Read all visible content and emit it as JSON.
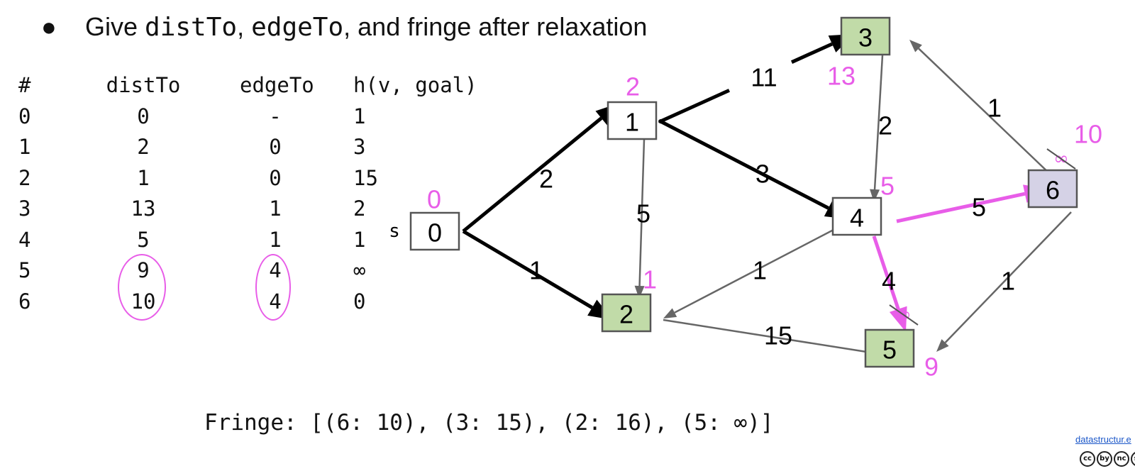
{
  "bullet": {
    "symbol": "●",
    "prefix": "Give ",
    "code1": "distTo",
    "sep": ", ",
    "code2": "edgeTo",
    "suffix": ", and fringe after relaxation"
  },
  "table": {
    "headers": [
      "#",
      "distTo",
      "edgeTo",
      "h(v, goal)"
    ],
    "rows": [
      [
        "0",
        "0",
        "-",
        "1"
      ],
      [
        "1",
        "2",
        "0",
        "3"
      ],
      [
        "2",
        "1",
        "0",
        "15"
      ],
      [
        "3",
        "13",
        "1",
        "2"
      ],
      [
        "4",
        "5",
        "1",
        "1"
      ],
      [
        "5",
        "9",
        "4",
        "∞"
      ],
      [
        "6",
        "10",
        "4",
        "0"
      ]
    ],
    "circled": {
      "distTo_rows": [
        5,
        6
      ],
      "edgeTo_rows": [
        5,
        6
      ]
    }
  },
  "fringe": "Fringe: [(6: 10), (3: 15), (2: 16), (5: ∞)]",
  "source_label": "s",
  "colors": {
    "highlight": "#e85de8",
    "visited_fill": "#c1dba8",
    "current_fill": "#d5d2e6",
    "node_fill": "#ffffff",
    "edge_bold": "#000000",
    "edge_thin": "#666666"
  },
  "graph": {
    "nodes": [
      {
        "id": "0",
        "dist": "0",
        "state": "unvisited"
      },
      {
        "id": "1",
        "dist": "2",
        "state": "unvisited"
      },
      {
        "id": "2",
        "dist": "1",
        "state": "visited"
      },
      {
        "id": "3",
        "dist": "13",
        "state": "visited"
      },
      {
        "id": "4",
        "dist": "5",
        "state": "unvisited"
      },
      {
        "id": "5",
        "dist": "9",
        "old_dist": "∞",
        "state": "visited"
      },
      {
        "id": "6",
        "dist": "10",
        "old_dist": "∞",
        "state": "current"
      }
    ],
    "edges": [
      {
        "from": "0",
        "to": "1",
        "weight": "2",
        "style": "bold"
      },
      {
        "from": "0",
        "to": "2",
        "weight": "1",
        "style": "bold"
      },
      {
        "from": "1",
        "to": "3",
        "weight": "11",
        "style": "bold"
      },
      {
        "from": "1",
        "to": "4",
        "weight": "3",
        "style": "bold"
      },
      {
        "from": "1",
        "to": "2",
        "weight": "5",
        "style": "thin"
      },
      {
        "from": "3",
        "to": "4",
        "weight": "2",
        "style": "thin"
      },
      {
        "from": "4",
        "to": "6",
        "weight": "5",
        "style": "highlight"
      },
      {
        "from": "4",
        "to": "5",
        "weight": "4",
        "style": "highlight"
      },
      {
        "from": "4",
        "to": "2",
        "weight": "1",
        "style": "thin"
      },
      {
        "from": "2",
        "to": "5",
        "weight": "15",
        "style": "thin"
      },
      {
        "from": "6",
        "to": "3",
        "weight": "1",
        "style": "thin"
      },
      {
        "from": "6",
        "to": "5",
        "weight": "1",
        "style": "thin"
      }
    ]
  },
  "license": {
    "link_text": "datastructur.e",
    "cc_icons": [
      "cc",
      "by",
      "nc",
      "sa"
    ]
  }
}
